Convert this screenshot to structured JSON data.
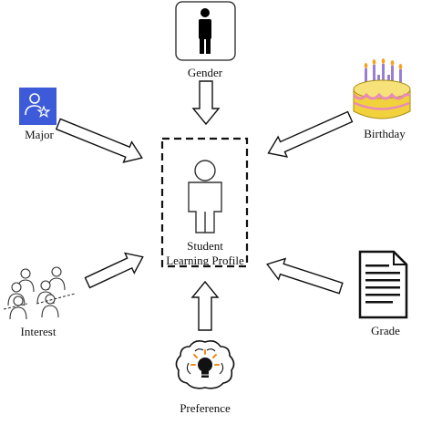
{
  "center": {
    "line1": "Student",
    "line2": "Learning Profile"
  },
  "nodes": {
    "gender": {
      "label": "Gender",
      "icon": "person-silhouette-icon"
    },
    "major": {
      "label": "Major",
      "icon": "user-star-icon"
    },
    "birthday": {
      "label": "Birthday",
      "icon": "birthday-cake-icon"
    },
    "interest": {
      "label": "Interest",
      "icon": "group-people-icon"
    },
    "grade": {
      "label": "Grade",
      "icon": "document-icon"
    },
    "preference": {
      "label": "Preference",
      "icon": "brain-lightbulb-icon"
    }
  },
  "colors": {
    "major_icon_bg": "#3d5bd9",
    "cake_yellow": "#f2d23c",
    "cake_pink": "#e98ab8",
    "candle": "#9a7fd0",
    "line": "#111111"
  }
}
